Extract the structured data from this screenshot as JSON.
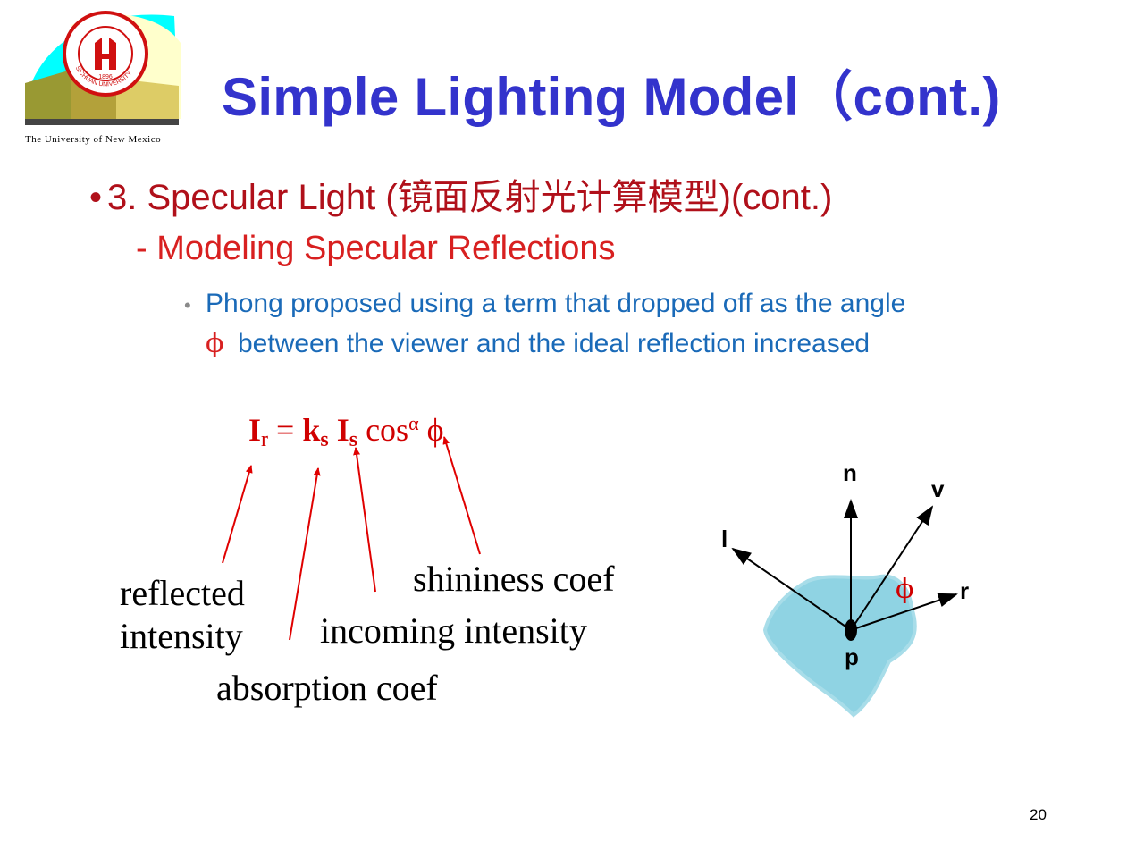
{
  "logo": {
    "caption": "The University of New Mexico",
    "seal_text": "SICHUAN UNIVERSITY",
    "seal_year": "1896",
    "colors": {
      "sky": "#00ffff",
      "sun": "#ffffcc",
      "wall": "#ddcc66",
      "seal": "#d01010"
    }
  },
  "title": "Simple Lighting Model（cont.)",
  "bullets": {
    "level1": {
      "marker": "•",
      "text": "3. Specular Light (镜面反射光计算模型)(cont.)"
    },
    "level2": {
      "marker": "-",
      "text": "Modeling Specular Reflections"
    },
    "level3": {
      "marker": "•",
      "line1": "Phong proposed using a term that dropped off as the angle",
      "phi": "ϕ",
      "line2": "between the viewer and the ideal reflection increased"
    }
  },
  "formula": {
    "lhs": "I",
    "lhs_sub": "r",
    "eq": "=",
    "k": "k",
    "k_sub": "s",
    "I2": "I",
    "I2_sub": "s",
    "cos": "cos",
    "exp": "α",
    "phi": "ϕ"
  },
  "labels": {
    "reflected_line1": "reflected",
    "reflected_line2": "intensity",
    "absorption": "absorption coef",
    "incoming": "incoming intensity",
    "shininess": "shininess coef"
  },
  "diagram": {
    "n": "n",
    "v": "v",
    "l": "l",
    "r": "r",
    "p": "p",
    "phi": "ϕ",
    "surface_color": "#8fd3e3"
  },
  "page_number": "20",
  "colors": {
    "title": "#3333cc",
    "bullet1": "#b0101a",
    "bullet2": "#d82020",
    "bullet3": "#1a6ab8",
    "formula": "#d00000"
  }
}
